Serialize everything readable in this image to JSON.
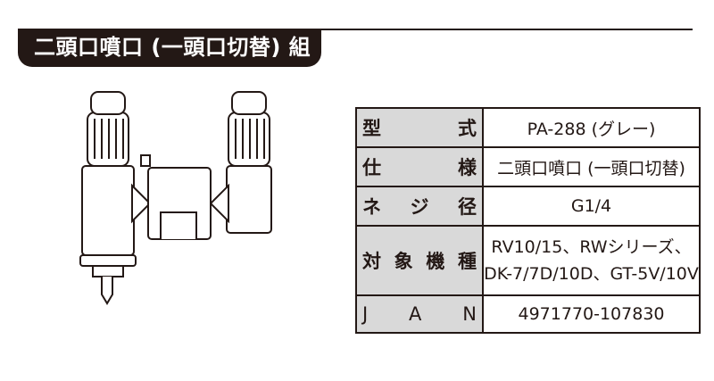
{
  "title": "二頭口噴口 (一頭口切替) 組",
  "specs": {
    "model_label": [
      "型",
      "式"
    ],
    "model_value": "PA-288 (グレー)",
    "spec_label": [
      "仕",
      "様"
    ],
    "spec_value": "二頭口噴口 (一頭口切替)",
    "thread_label": [
      "ネ",
      "ジ",
      "径"
    ],
    "thread_value": "G1/4",
    "compat_label": [
      "対",
      "象",
      "機",
      "種"
    ],
    "compat_value_line1": "RV10/15、RWシリーズ、",
    "compat_value_line2": "DK-7/7D/10D、GT-5V/10V",
    "jan_label": [
      "J",
      "A",
      "N"
    ],
    "jan_value": "4971770-107830"
  }
}
